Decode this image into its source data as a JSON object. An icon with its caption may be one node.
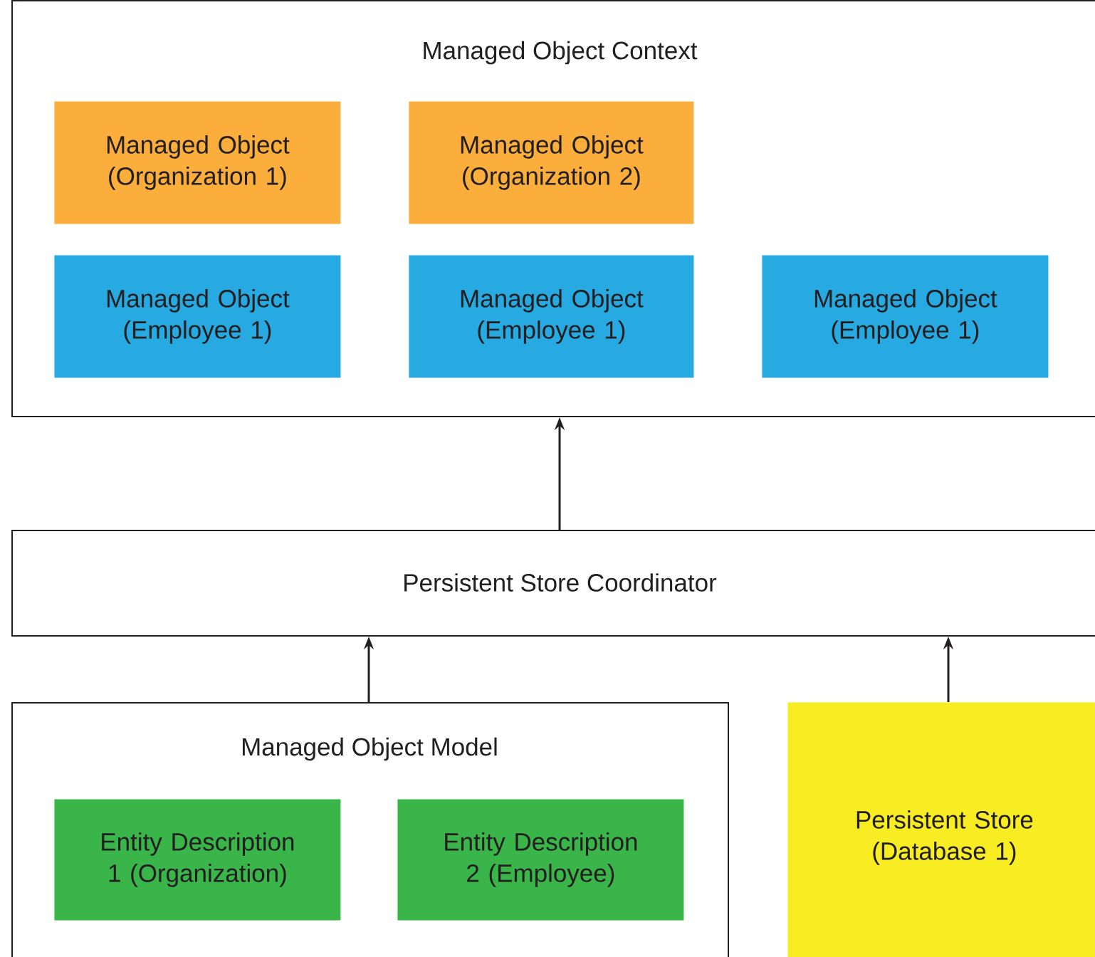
{
  "diagram": {
    "nodes": [
      {
        "text": [
          "Managed Object Context"
        ]
      },
      {
        "text": [
          "Managed Object (Organization 1)"
        ],
        "in": 0
      },
      {
        "text": [
          "Managed Object (Organization 2)"
        ],
        "in": 0
      },
      {
        "text": [
          "Managed Object (Employee 1)"
        ],
        "in": 0
      },
      {
        "text": [
          "Managed Object (Employee 1)"
        ],
        "in": 0
      },
      {
        "text": [
          "Managed Object (Employee 1)"
        ],
        "in": 0
      },
      {
        "text": [
          "Persistent Store Coordinator"
        ]
      },
      {
        "text": [
          "Managed Object Model"
        ]
      },
      {
        "text": [
          "Entity Description 1 (Organization)"
        ],
        "in": 7
      },
      {
        "text": [
          "Entity Description 2 (Employee)"
        ],
        "in": 7
      },
      {
        "text": [
          "Persistent Store (Database 1)"
        ]
      }
    ],
    "edges": [
      {
        "from": 6,
        "to": 0,
        "arrow": "to"
      },
      {
        "from": 7,
        "to": 6,
        "arrow": "to"
      },
      {
        "from": 10,
        "to": 6,
        "arrow": "to"
      }
    ]
  }
}
